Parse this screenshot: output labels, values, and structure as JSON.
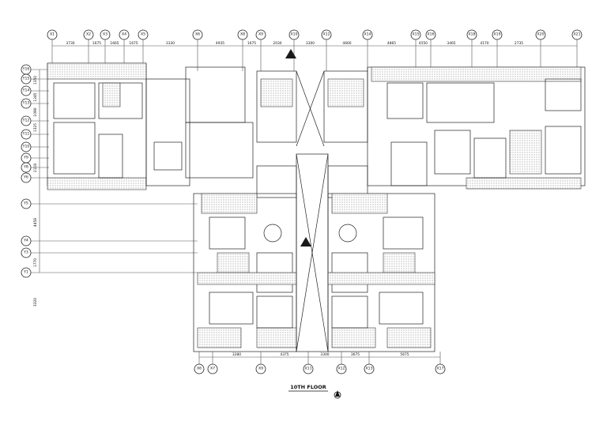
{
  "drawing": {
    "title": "10TH FLOOR",
    "colors": {
      "ink": "#1a1a1a",
      "grid": "#555555",
      "background": "#ffffff"
    }
  },
  "grid_top": [
    "X1",
    "X2",
    "X3",
    "X4",
    "X5",
    "X6",
    "X8",
    "X9",
    "X10",
    "X12",
    "X14",
    "X15",
    "X16",
    "X18",
    "X19",
    "X20",
    "X21"
  ],
  "grid_bottom": [
    "X6",
    "X7",
    "X9",
    "X11",
    "X12",
    "X13",
    "X17"
  ],
  "grid_left": [
    "Y16",
    "Y15",
    "Y14",
    "Y13",
    "Y12",
    "Y11",
    "Y10",
    "Y9",
    "Y8",
    "Y6",
    "Y5",
    "Y4",
    "Y3",
    "Y1"
  ],
  "dims_top": [
    "3730",
    "1675",
    "1665",
    "1675",
    "3330",
    "4935",
    "1675",
    "2030",
    "3300",
    "4660",
    "4865",
    "4550",
    "3465",
    "4170",
    "2735"
  ],
  "dims_bottom": [
    "3280",
    "4375",
    "3300",
    "3675",
    "5675"
  ],
  "dims_left": [
    "1350",
    "1245",
    "1090",
    "1325",
    "2118",
    "4458",
    "1770",
    "3320"
  ]
}
